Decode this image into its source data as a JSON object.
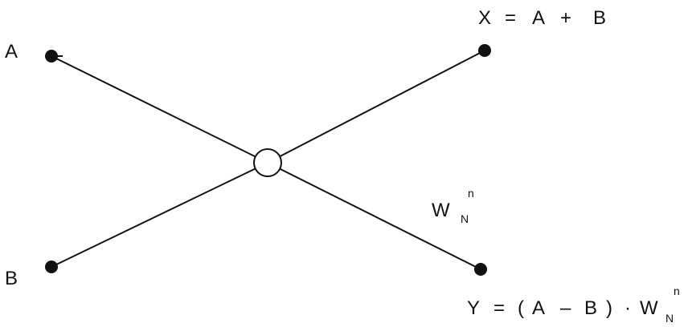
{
  "inputs": {
    "a_label": "A",
    "b_label": "B"
  },
  "outputs": {
    "x_eq": {
      "lhs": "X",
      "eq": "=",
      "a": "A",
      "plus": "+",
      "b": "B"
    },
    "y_eq": {
      "lhs": "Y",
      "eq": "=",
      "lparen": "(",
      "a": "A",
      "minus": "–",
      "b": "B",
      "rparen": ")",
      "dot": "·",
      "w": "W",
      "sup": "n",
      "sub": "N"
    }
  },
  "twiddle": {
    "w": "W",
    "sup": "n",
    "sub": "N"
  },
  "colors": {
    "ink": "#111111",
    "node_fill": "#111111",
    "center_fill": "#ffffff"
  }
}
